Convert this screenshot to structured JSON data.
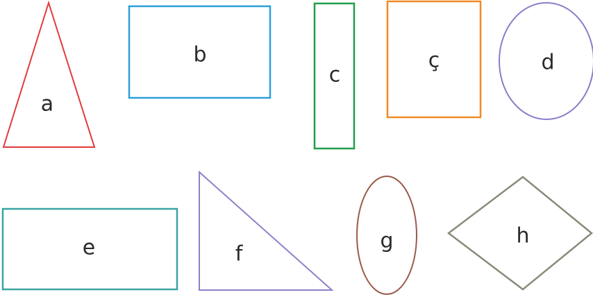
{
  "shapes": [
    {
      "id": "a",
      "label": "a",
      "kind": "triangle",
      "color": "#e23b3b"
    },
    {
      "id": "b",
      "label": "b",
      "kind": "rectangle",
      "color": "#2b9fd8"
    },
    {
      "id": "c",
      "label": "c",
      "kind": "rectangle",
      "color": "#1f9e4a"
    },
    {
      "id": "c-cedilla",
      "label": "ç",
      "kind": "square",
      "color": "#f08a24"
    },
    {
      "id": "d",
      "label": "d",
      "kind": "ellipse",
      "color": "#8a7cc8"
    },
    {
      "id": "e",
      "label": "e",
      "kind": "rectangle",
      "color": "#3aa3a3"
    },
    {
      "id": "f",
      "label": "f",
      "kind": "right-triangle",
      "color": "#8f7fc9"
    },
    {
      "id": "g",
      "label": "g",
      "kind": "ellipse",
      "color": "#9a5a4a"
    },
    {
      "id": "h",
      "label": "h",
      "kind": "rhombus",
      "color": "#8a8a7a"
    }
  ]
}
